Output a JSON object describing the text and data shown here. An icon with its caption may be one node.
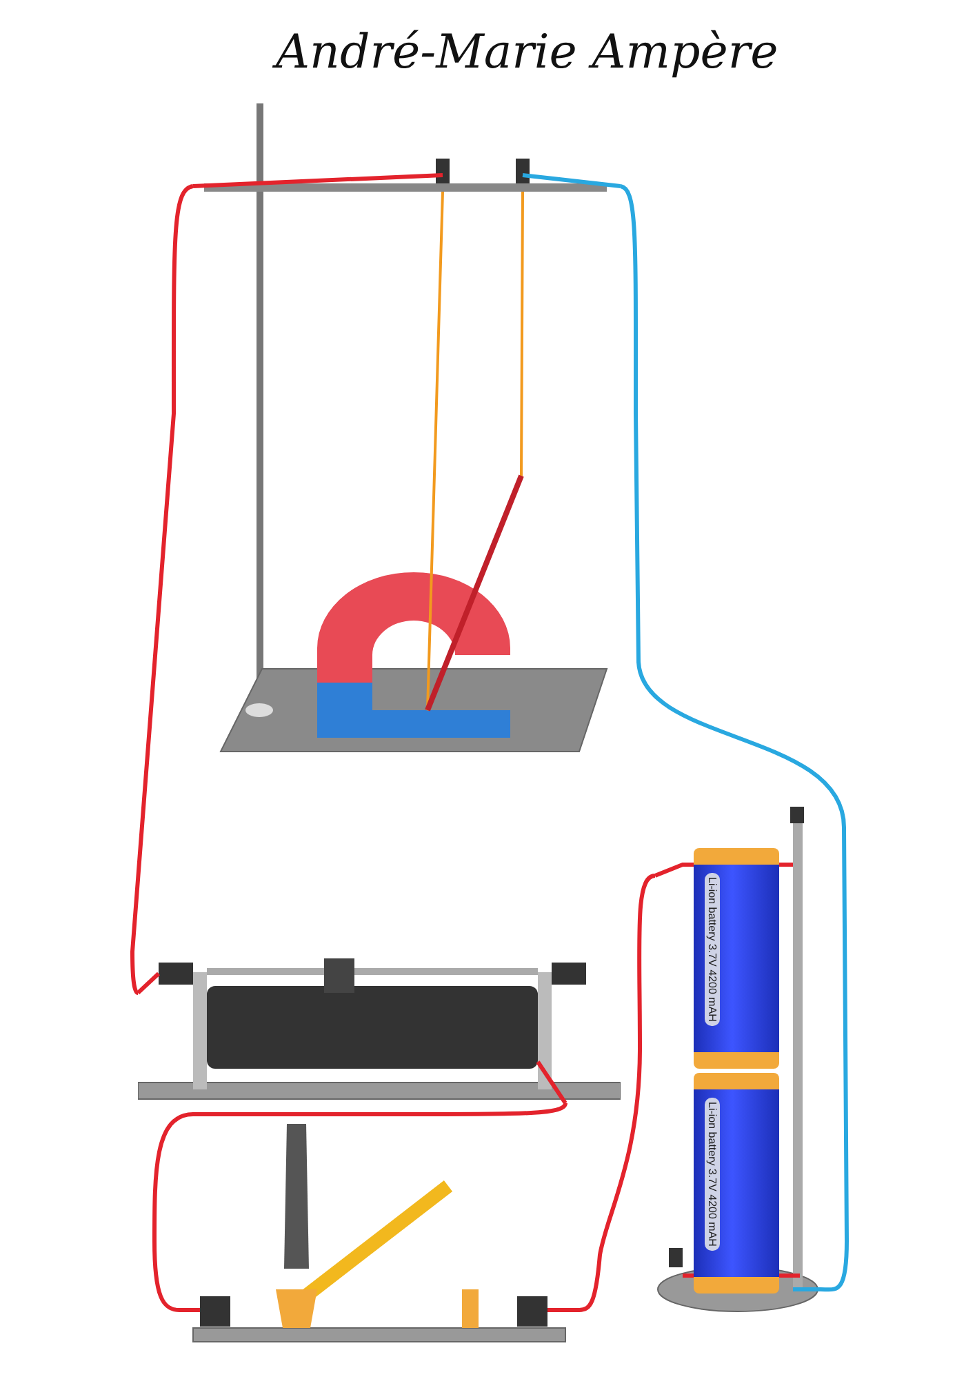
{
  "diagram": {
    "title": "André-Marie Ampère",
    "nodes": [
      {
        "text": [],
        "shape": "picture"
      },
      {
        "text": [],
        "shape": "picture"
      },
      {
        "text": [],
        "shape": "picture"
      },
      {
        "text": [],
        "shape": "picture"
      },
      {
        "text": [
          "Li-ion battery 3.7V 4200 mAH"
        ],
        "in": 3
      },
      {
        "text": [
          "Li-ion battery 3.7V 4200 mAH"
        ],
        "in": 3
      }
    ],
    "edges": [
      {
        "from": 0,
        "to": 1,
        "arrow": "none",
        "color": "#e3232c"
      },
      {
        "from": 0,
        "to": 3,
        "arrow": "none",
        "color": "#29a8e0"
      },
      {
        "from": 1,
        "to": 2,
        "arrow": "none",
        "color": "#e3232c"
      },
      {
        "from": 3,
        "to": 2,
        "arrow": "none",
        "color": "#e3232c"
      }
    ]
  }
}
